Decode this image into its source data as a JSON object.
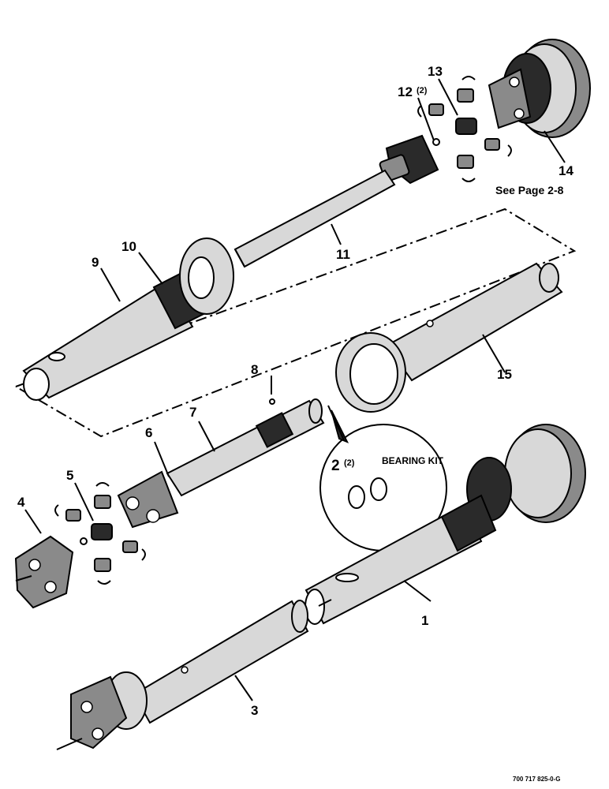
{
  "callouts": {
    "c1": "1",
    "c2": "2",
    "c2_qty": "(2)",
    "c3": "3",
    "c4": "4",
    "c5": "5",
    "c6": "6",
    "c7": "7",
    "c8": "8",
    "c9": "9",
    "c10": "10",
    "c11": "11",
    "c12": "12",
    "c12_qty": "(2)",
    "c13": "13",
    "c14": "14",
    "c15": "15"
  },
  "notes": {
    "see_page": "See Page 2-8",
    "bearing_kit": "BEARING KIT",
    "drawing_number": "700 717 825-0-G"
  }
}
